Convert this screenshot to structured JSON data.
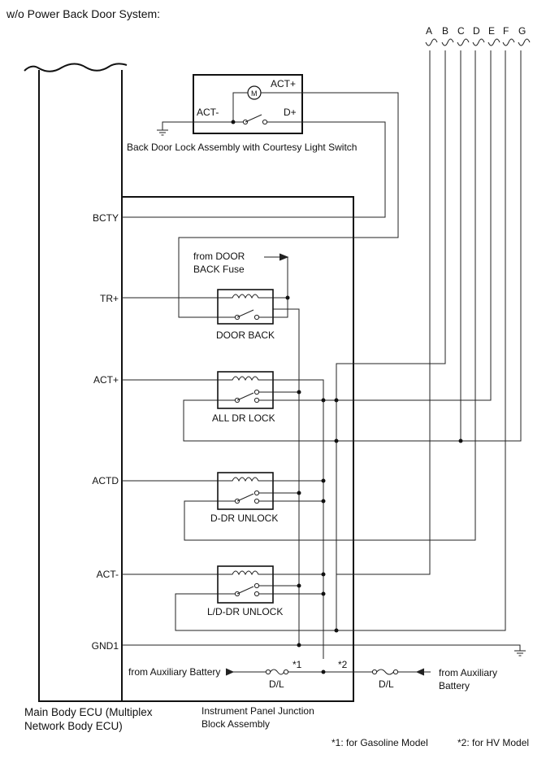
{
  "header": "w/o Power Back Door System:",
  "connector_columns": [
    "A",
    "B",
    "C",
    "D",
    "E",
    "F",
    "G"
  ],
  "ecu": {
    "name_line1": "Main Body ECU (Multiplex",
    "name_line2": "Network Body ECU)",
    "terminals": [
      "BCTY",
      "TR+",
      "ACT+",
      "ACTD",
      "ACT-",
      "GND1"
    ]
  },
  "lock_assembly": {
    "name": "Back Door Lock Assembly with Courtesy Light Switch",
    "motor_symbol": "M",
    "terminals": [
      "ACT+",
      "ACT-",
      "D+"
    ]
  },
  "junction_block": {
    "name_line1": "Instrument Panel Junction",
    "name_line2": "Block Assembly",
    "fuse_source_line1": "from DOOR",
    "fuse_source_line2": "BACK Fuse",
    "relays": [
      "DOOR BACK",
      "ALL DR LOCK",
      "D-DR UNLOCK",
      "L/D-DR UNLOCK"
    ]
  },
  "power_feed": {
    "left_label": "from Auxiliary Battery",
    "right_label_line1": "from Auxiliary",
    "right_label_line2": "Battery",
    "fuse_label": "D/L",
    "mark1": "*1",
    "mark2": "*2"
  },
  "notes": [
    "*1: for Gasoline Model",
    "*2: for HV Model"
  ]
}
